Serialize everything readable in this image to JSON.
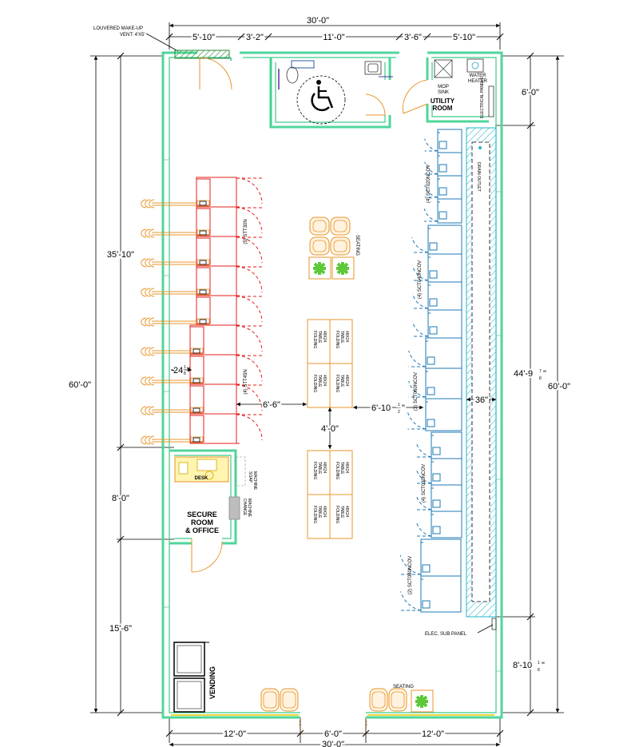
{
  "dims": {
    "top_overall": "30'-0\"",
    "top_seg1": "5'-10\"",
    "top_seg2": "3'-2\"",
    "top_seg3": "11'-0\"",
    "top_seg4": "3'-6\"",
    "top_seg5": "5'-10\"",
    "left_total": "60'-0\"",
    "left_a": "35'-10\"",
    "left_b": "8'-0\"",
    "left_c": "15'-6\"",
    "right_total": "60'-0\"",
    "right_a": "6'-0\"",
    "right_b": "44'-9",
    "right_b_frac_num": "7",
    "right_b_frac_den": "8",
    "right_b_tail": "\"",
    "right_c": "8'-10",
    "right_c_frac_num": "1",
    "right_c_frac_den": "8",
    "right_c_tail": "\"",
    "washer_gap": "24",
    "washer_gap_num": "1",
    "washer_gap_den": "8",
    "washer_gap_tail": "\"",
    "aisle_left": "6'-6\"",
    "aisle_right": "6'-10",
    "aisle_right_num": "1",
    "aisle_right_den": "2",
    "aisle_right_tail": "\"",
    "table_gap": "4'-0\"",
    "trough_width": "36\"",
    "bottom_seg1": "12'-0\"",
    "bottom_seg2": "6'-0\"",
    "bottom_seg3": "12'-0\"",
    "bottom_overall": "30'-0\""
  },
  "labels": {
    "vent_line1": "LOUVERED MAKE-UP",
    "vent_line2": "VENT: 4'X5'",
    "mop_line1": "MOP",
    "mop_line2": "SINK",
    "water_line1": "WATER",
    "water_line2": "HEATER",
    "utility_line1": "UTILITY",
    "utility_line2": "ROOM",
    "electrical_panels": "ELECTRICAL PANELS",
    "drain_outlet": "DRAIN OUTLET",
    "seating_top": "SEATING",
    "seating_bottom": "SEATING",
    "stacked_upper": "(5) STT30N",
    "stacked_lower": "(4) STT45N",
    "washers_1": "(4) SCT020NCOV",
    "washers_2": "(4) SCT040NCOV",
    "washers_3": "(3) SCT060NCOV",
    "washers_4": "(4) SCT030NCOV",
    "washers_5": "(2) SCT080NCOV",
    "table_line1": "FOLDING",
    "table_line2": "TABLE",
    "table_line3": "48X24",
    "desk": "DESK",
    "secure_line1": "SECURE",
    "secure_line2": "ROOM",
    "secure_line3": "& OFFICE",
    "soap_line1": "SOAP",
    "soap_line2": "MACHINE",
    "change_line1": "CHANGE",
    "change_line2": "MACHINE",
    "vending": "VENDING",
    "elec_sub_panel": "ELEC. SUB PANEL"
  },
  "colors": {
    "wall": "#4fd69a",
    "dryer": "#e41c1c",
    "washer": "#1e78b4",
    "furniture": "#e8952b",
    "plant": "#5cc83a",
    "trough": "#22b5c8"
  }
}
